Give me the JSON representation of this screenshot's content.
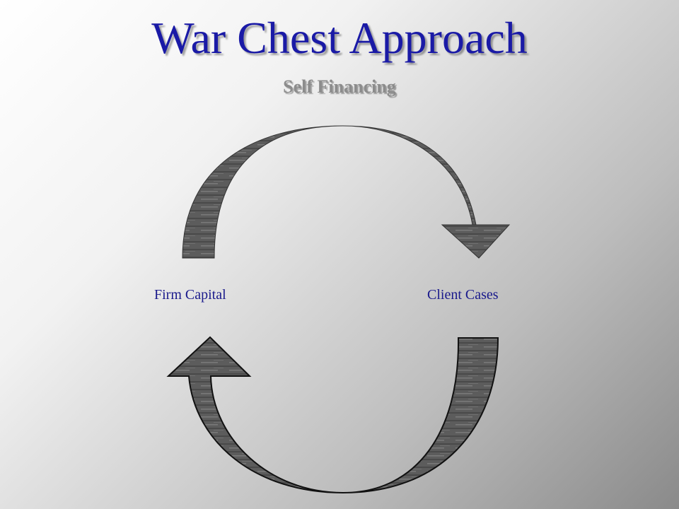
{
  "title": "War Chest Approach",
  "subtitle": "Self Financing",
  "nodes": [
    {
      "id": "firm-capital",
      "label": "Firm Capital"
    },
    {
      "id": "client-cases",
      "label": "Client Cases"
    }
  ],
  "edges": [
    {
      "from": "firm-capital",
      "to": "client-cases",
      "shape": "curved-arrow-top"
    },
    {
      "from": "client-cases",
      "to": "firm-capital",
      "shape": "curved-arrow-bottom"
    }
  ],
  "colors": {
    "title": "#1a1aa6",
    "subtitle": "#8c8c8c",
    "label": "#1a1a8c",
    "arrow": "#5a5a5a"
  }
}
